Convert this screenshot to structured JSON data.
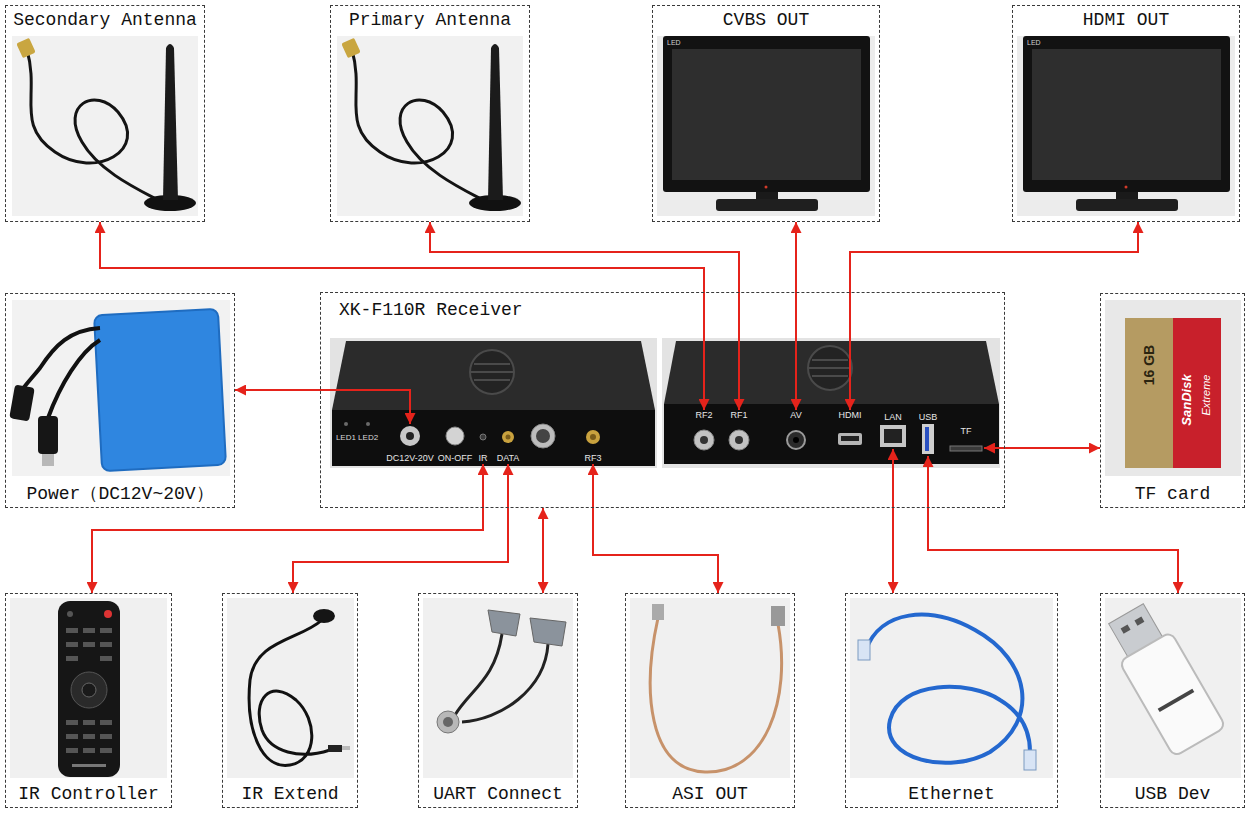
{
  "diagram": {
    "nodes": [
      {
        "text": [
          "Secondary Antenna"
        ]
      },
      {
        "text": [
          "Primary Antenna"
        ]
      },
      {
        "text": [
          "CVBS OUT"
        ]
      },
      {
        "text": [
          "HDMI OUT"
        ]
      },
      {
        "text": [
          "Power（DC12V~20V）"
        ]
      },
      {
        "text": [
          "XK-F110R Receiver"
        ]
      },
      {
        "text": [
          "DC12V-20V"
        ],
        "in": 5
      },
      {
        "text": [
          "IR"
        ],
        "in": 5
      },
      {
        "text": [
          "DATA"
        ],
        "in": 5
      },
      {
        "text": [
          "RF3"
        ],
        "in": 5
      },
      {
        "text": [
          "RF2"
        ],
        "in": 5
      },
      {
        "text": [
          "RF1"
        ],
        "in": 5
      },
      {
        "text": [
          "AV"
        ],
        "in": 5
      },
      {
        "text": [
          "HDMI"
        ],
        "in": 5
      },
      {
        "text": [
          "LAN"
        ],
        "in": 5
      },
      {
        "text": [
          "USB"
        ],
        "in": 5
      },
      {
        "text": [
          "TF"
        ],
        "in": 5
      },
      {
        "text": [
          "TF card"
        ]
      },
      {
        "text": [
          "IR Controller"
        ]
      },
      {
        "text": [
          "IR Extend"
        ]
      },
      {
        "text": [
          "UART Connect"
        ]
      },
      {
        "text": [
          "ASI OUT"
        ]
      },
      {
        "text": [
          "Ethernet"
        ]
      },
      {
        "text": [
          "USB Dev"
        ]
      }
    ],
    "edges": [
      {
        "from": 10,
        "to": 0,
        "arrow": "both"
      },
      {
        "from": 11,
        "to": 1,
        "arrow": "both"
      },
      {
        "from": 12,
        "to": 2,
        "arrow": "both"
      },
      {
        "from": 13,
        "to": 3,
        "arrow": "both"
      },
      {
        "from": 6,
        "to": 4,
        "arrow": "both"
      },
      {
        "from": 7,
        "to": 18,
        "arrow": "both"
      },
      {
        "from": 8,
        "to": 19,
        "arrow": "both"
      },
      {
        "from": 5,
        "to": 20,
        "arrow": "both"
      },
      {
        "from": 9,
        "to": 21,
        "arrow": "both"
      },
      {
        "from": 14,
        "to": 22,
        "arrow": "both"
      },
      {
        "from": 15,
        "to": 23,
        "arrow": "both"
      },
      {
        "from": 16,
        "to": 17,
        "arrow": "both"
      }
    ],
    "labels": [
      "LED1 LED2",
      "ON-OFF",
      "LED",
      "LED",
      "16 GB",
      "SanDisk",
      "Extreme"
    ]
  }
}
